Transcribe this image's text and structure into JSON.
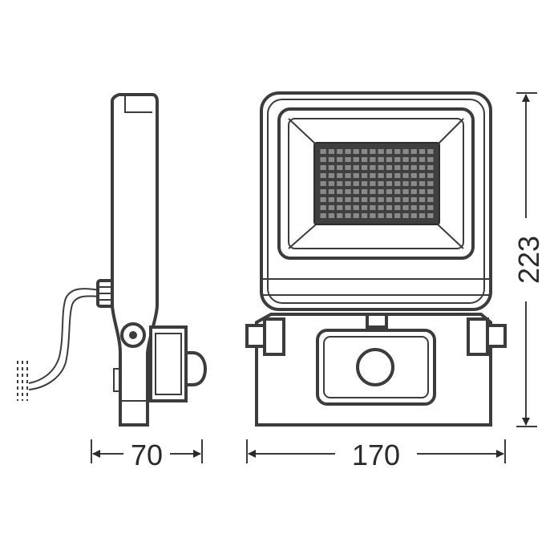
{
  "dimensions": {
    "side_depth": "70",
    "front_width": "170",
    "front_height": "223"
  },
  "colors": {
    "line": "#3c3c3c",
    "led_panel": "#3f3f3f",
    "led_chip": "#8a8a8a"
  },
  "led_grid": {
    "rows": 9,
    "cols": 14
  }
}
